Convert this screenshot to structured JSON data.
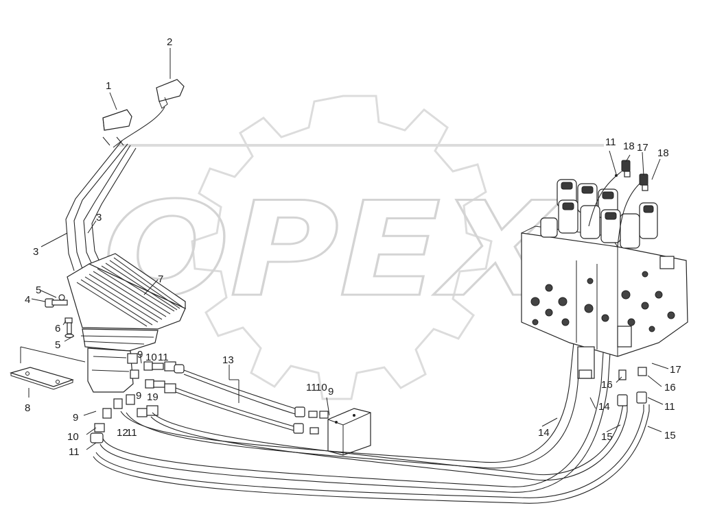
{
  "watermark": {
    "text": "OPEX",
    "color": "#d9d9d9"
  },
  "colors": {
    "ink": "#222222",
    "watermark": "#dcdcdc",
    "background": "#ffffff"
  },
  "callouts": {
    "c1": "1",
    "c2": "2",
    "c3a": "3",
    "c3b": "3",
    "c4": "4",
    "c5a": "5",
    "c5b": "5",
    "c6": "6",
    "c7": "7",
    "c8": "8",
    "c9a": "9",
    "c9b": "9",
    "c9c": "9",
    "c9d": "9",
    "c10a": "10",
    "c10b": "10",
    "c10c": "10",
    "c11a": "11",
    "c11b": "11",
    "c11c": "11",
    "c11d": "11",
    "c11e": "11",
    "c11f": "11",
    "c12": "12",
    "c13": "13",
    "c14a": "14",
    "c14b": "14",
    "c15a": "15",
    "c15b": "15",
    "c16a": "16",
    "c16b": "16",
    "c17a": "17",
    "c17b": "17",
    "c18a": "18",
    "c18b": "18",
    "c19": "19"
  }
}
